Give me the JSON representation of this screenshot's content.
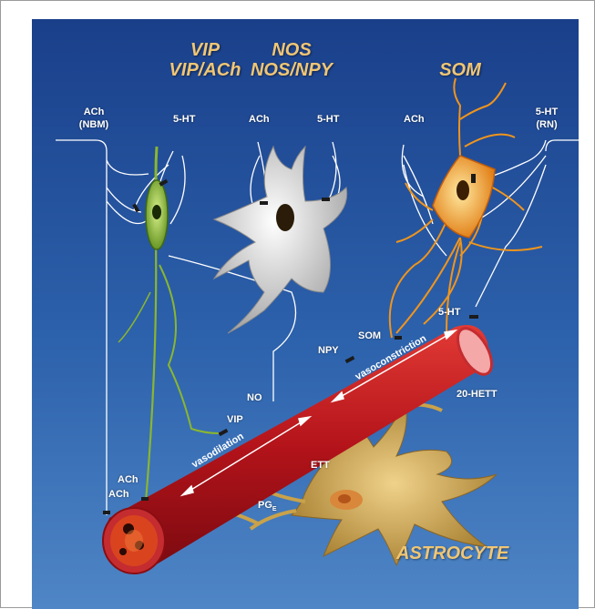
{
  "titles": {
    "vip_line1": "VIP",
    "vip_line2": "VIP/ACh",
    "nos_line1": "NOS",
    "nos_line2": "NOS/NPY",
    "som": "SOM",
    "astrocyte": "ASTROCYTE"
  },
  "inputs": {
    "ach_nbm_line1": "ACh",
    "ach_nbm_line2": "(NBM)",
    "five_ht_left": "5-HT",
    "ach_mid": "ACh",
    "five_ht_mid": "5-HT",
    "ach_right": "ACh",
    "five_ht_rn_line1": "5-HT",
    "five_ht_rn_line2": "(RN)"
  },
  "mediators": {
    "ach_upper": "ACh",
    "ach_lower": "ACh",
    "vip": "VIP",
    "no": "NO",
    "npy": "NPY",
    "som": "SOM",
    "five_ht": "5-HT",
    "twenty_hett": "20-HETT",
    "ett": "ETT",
    "pg": "PG",
    "pg_sub": "E"
  },
  "vessel": {
    "vasodilation": "vasodilation",
    "vasoconstriction": "vasoconstriction"
  },
  "colors": {
    "background_top": "#1a3f8a",
    "background_bottom": "#4f86c6",
    "vessel": "#c4161c",
    "astrocyte": "#c9a24a",
    "vip_neuron": "#8ab62f",
    "nos_neuron": "#e6e6e6",
    "som_neuron": "#f0951c",
    "title_text": "#f0c674"
  }
}
